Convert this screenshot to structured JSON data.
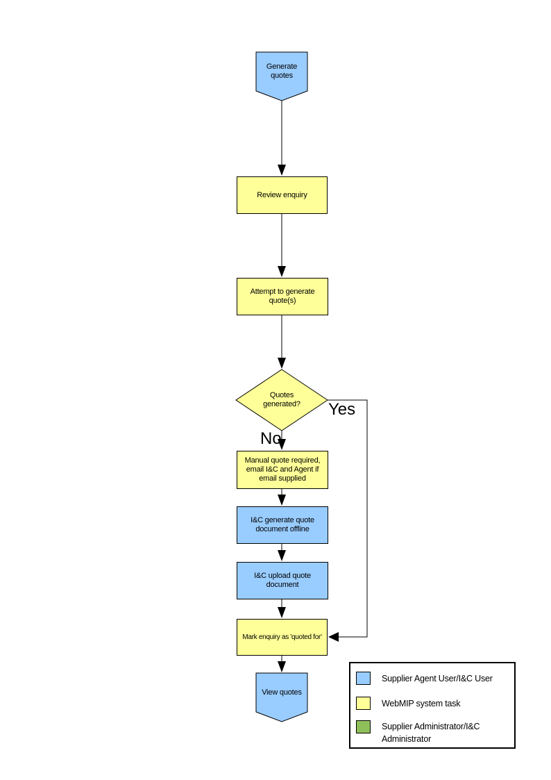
{
  "colors": {
    "node_blue": "#99CCFF",
    "node_yellow": "#FFFF99",
    "legend_green": "#8FBF5A",
    "line_black": "#000000"
  },
  "flowchart": {
    "start_label": "Generate quotes",
    "review_label": "Review enquiry",
    "attempt_label": "Attempt to generate quote(s)",
    "decision_label": "Quotes generated?",
    "yes_label": "Yes",
    "no_label": "No",
    "manual_label": "Manual quote required, email I&C and Agent if email supplied",
    "offline_label": "I&C generate quote document offline",
    "upload_label": "I&C upload quote document",
    "mark_label": "Mark enquiry as 'quoted for'",
    "end_label": "View quotes"
  },
  "legend": {
    "items": [
      {
        "color": "#99CCFF",
        "label": "Supplier Agent User/I&C User"
      },
      {
        "color": "#FFFF99",
        "label": "WebMIP system task"
      },
      {
        "color": "#8FBF5A",
        "label": "Supplier Administrator/I&C Administrator"
      }
    ]
  }
}
